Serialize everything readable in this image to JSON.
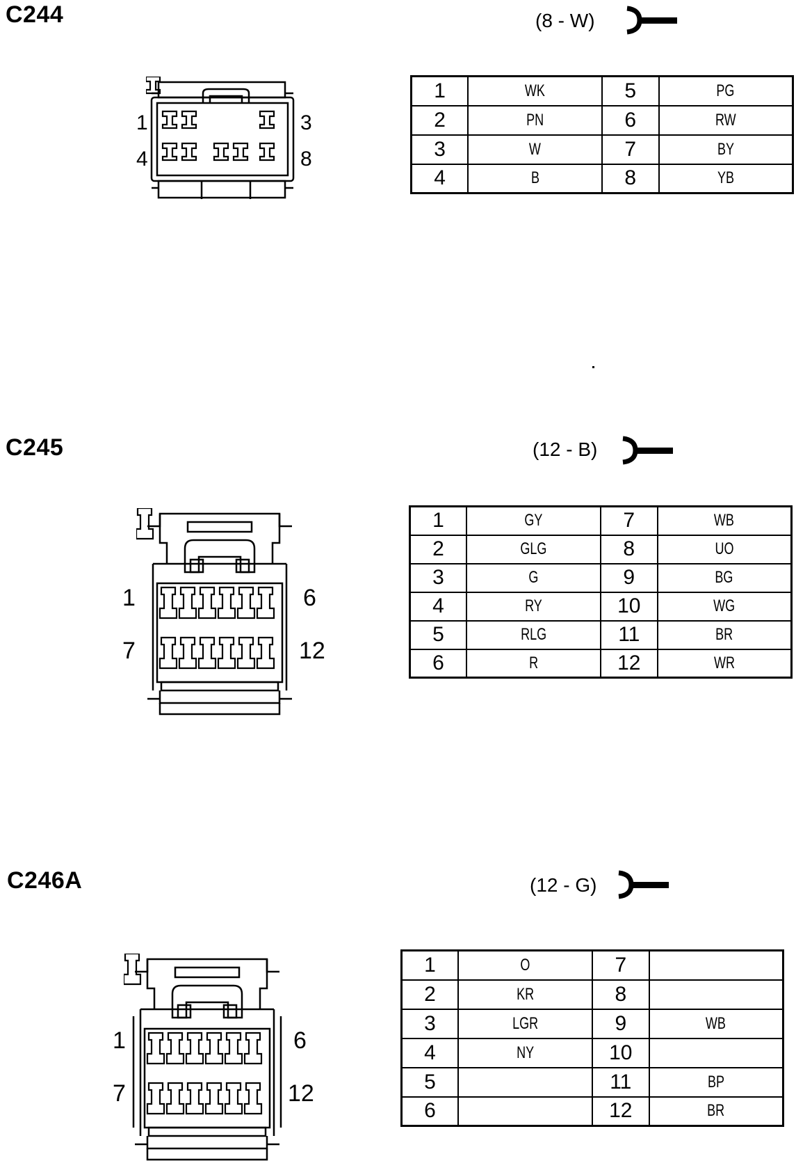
{
  "connectors": [
    {
      "id": "C244",
      "spec": "(8 - W)",
      "pin_labels": [
        "1",
        "3",
        "4",
        "8"
      ],
      "pins": [
        {
          "pin": "1",
          "color": "WK"
        },
        {
          "pin": "5",
          "color": "PG"
        },
        {
          "pin": "2",
          "color": "PN"
        },
        {
          "pin": "6",
          "color": "RW"
        },
        {
          "pin": "3",
          "color": "W"
        },
        {
          "pin": "7",
          "color": "BY"
        },
        {
          "pin": "4",
          "color": "B"
        },
        {
          "pin": "8",
          "color": "YB"
        }
      ]
    },
    {
      "id": "C245",
      "spec": "(12 - B)",
      "pin_labels": [
        "1",
        "6",
        "7",
        "12"
      ],
      "pins": [
        {
          "pin": "1",
          "color": "GY"
        },
        {
          "pin": "7",
          "color": "WB"
        },
        {
          "pin": "2",
          "color": "GLG"
        },
        {
          "pin": "8",
          "color": "UO"
        },
        {
          "pin": "3",
          "color": "G"
        },
        {
          "pin": "9",
          "color": "BG"
        },
        {
          "pin": "4",
          "color": "RY"
        },
        {
          "pin": "10",
          "color": "WG"
        },
        {
          "pin": "5",
          "color": "RLG"
        },
        {
          "pin": "11",
          "color": "BR"
        },
        {
          "pin": "6",
          "color": "R"
        },
        {
          "pin": "12",
          "color": "WR"
        }
      ]
    },
    {
      "id": "C246A",
      "spec": "(12 - G)",
      "pin_labels": [
        "1",
        "6",
        "7",
        "12"
      ],
      "pins": [
        {
          "pin": "1",
          "color": "O"
        },
        {
          "pin": "7",
          "color": ""
        },
        {
          "pin": "2",
          "color": "KR"
        },
        {
          "pin": "8",
          "color": ""
        },
        {
          "pin": "3",
          "color": "LGR"
        },
        {
          "pin": "9",
          "color": "WB"
        },
        {
          "pin": "4",
          "color": "NY"
        },
        {
          "pin": "10",
          "color": ""
        },
        {
          "pin": "5",
          "color": ""
        },
        {
          "pin": "11",
          "color": "BP"
        },
        {
          "pin": "6",
          "color": ""
        },
        {
          "pin": "12",
          "color": "BR"
        }
      ]
    }
  ]
}
